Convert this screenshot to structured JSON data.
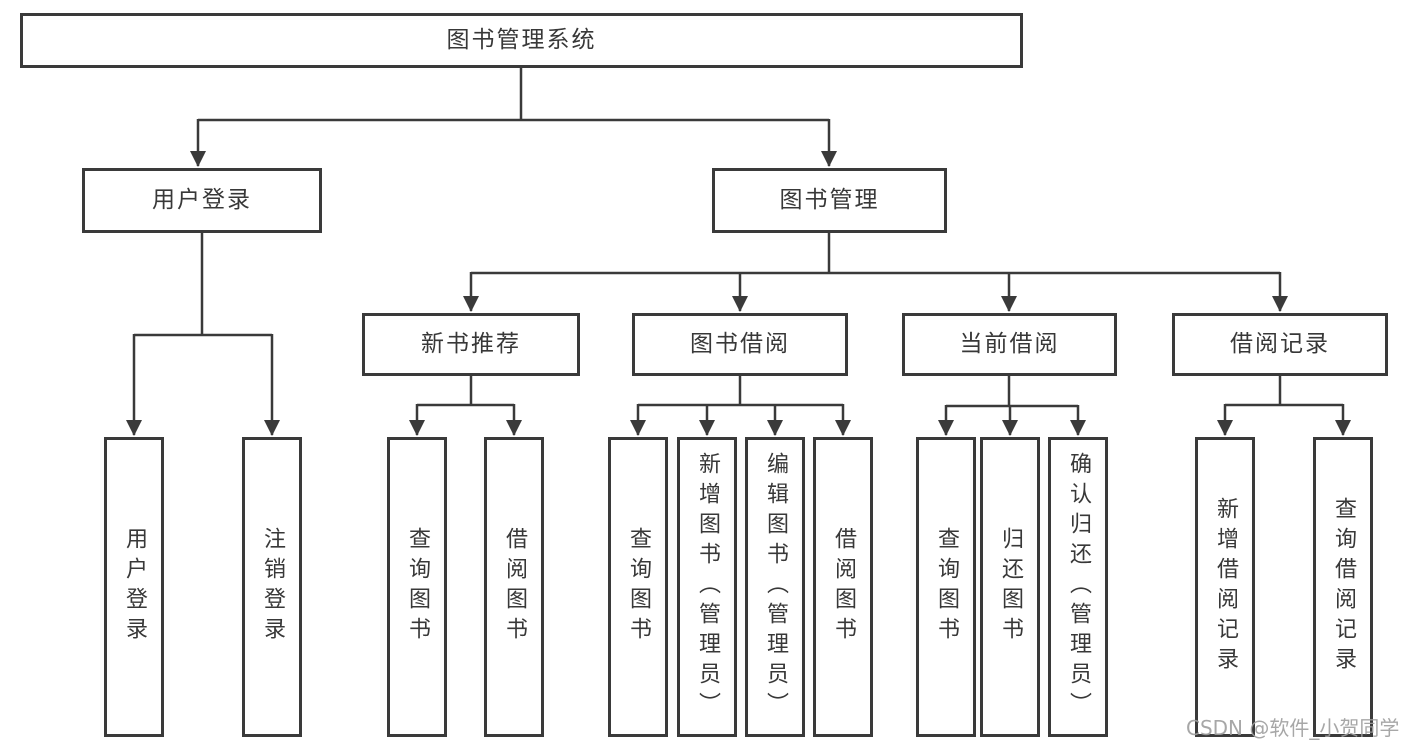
{
  "diagram": {
    "type": "tree",
    "colors": {
      "line": "#3a3a3a",
      "text": "#383838",
      "background": "#ffffff",
      "watermark": "#9e9e9e"
    },
    "nodes": {
      "root": "图书管理系统",
      "level2": {
        "user_login": "用户登录",
        "book_management": "图书管理"
      },
      "level3": {
        "new_book_recommend": "新书推荐",
        "book_borrow": "图书借阅",
        "current_borrow": "当前借阅",
        "borrow_record": "借阅记录"
      },
      "leaves": {
        "user_login": "用户登录",
        "logout": "注销登录",
        "nb_query_books": "查询图书",
        "nb_borrow_books": "借阅图书",
        "bb_query_books": "查询图书",
        "bb_add_books_admin": "新增图书（管理员）",
        "bb_edit_books_admin": "编辑图书（管理员）",
        "bb_borrow_books": "借阅图书",
        "cb_query_books": "查询图书",
        "cb_return_books": "归还图书",
        "cb_confirm_return_admin": "确认归还（管理员）",
        "br_add_record": "新增借阅记录",
        "br_query_record": "查询借阅记录"
      }
    },
    "watermark": "CSDN @软件_小贺同学"
  }
}
